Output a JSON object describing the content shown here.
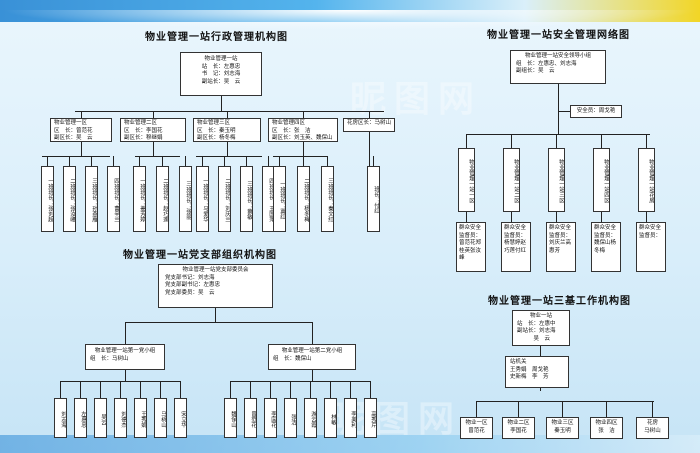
{
  "left_title": "物业管理一站行政管理机构图",
  "safety_title": "物业管理一站安全管理网络图",
  "party_title": "物业管理一站党支部组织机构图",
  "sanji_title": "物业管理一站三基工作机构图",
  "watermark": "昵图网",
  "admin": {
    "head": [
      "物业管理一站",
      "站　长：左惠忠",
      "书　记：刘志海",
      "副站长：吴　云"
    ],
    "districts": [
      {
        "lines": [
          "物业管理一区",
          "区　长：曾范花",
          "副区长：吴　云"
        ]
      },
      {
        "lines": [
          "物业管理二区",
          "区　长：李国花",
          "副区长：穆继娟"
        ]
      },
      {
        "lines": [
          "物业管理三区",
          "区　长：秦玉明",
          "副区长：杨冬梅"
        ]
      },
      {
        "lines": [
          "物业管理四区",
          "区　长：张　洁",
          "副区长：刘玉英、魏保山"
        ]
      },
      {
        "lines": [
          "花房区长：马树山"
        ]
      }
    ],
    "teams": [
      "一班班长：张刘超",
      "二班班长：张汝峰",
      "三班班长：孙燕雁",
      "四班班长：曹辛兰",
      "一班班长：姜芳婷",
      "二班班长：赵巧莲",
      "三班班长：张丽",
      "一班班长：马爱华",
      "二班班长：刘庆兰",
      "三班班长：蔡敏",
      "四班班长：王国萍",
      "一班班长：冀红",
      "二班班长：杨冬梅",
      "三班班长：秦文红",
      "班长：付红"
    ]
  },
  "safety": {
    "group": [
      "物业管理一站安全领导小组",
      "组　长：左惠忠、刘志海",
      "副组长：吴　云"
    ],
    "officer": "安全员：周戈艳",
    "districts": [
      "物业管理一站一区",
      "物业管理一站二区",
      "物业管理一站三区",
      "物业管理一站四区",
      "物业管理一站花房"
    ],
    "members": [
      "群众安全监督员：曾范花郑桂英张汝峰",
      "群众安全监督员：杨慧婷赵巧莲付红",
      "群众安全监督员：刘庆兰高惠芳",
      "群众安全监督员：魏保山杨冬梅",
      "群众安全监督员："
    ]
  },
  "party": {
    "committee": [
      "物业管理一站党支部委员会",
      "党支部书记：刘志海",
      "党支部副书记：左惠忠",
      "党支部委员：吴　云"
    ],
    "groups": [
      {
        "lines": [
          "物业管理一站第一党小组",
          "组　长：马树山"
        ]
      },
      {
        "lines": [
          "物业管理一站第二党小组",
          "组　长：魏保山"
        ]
      }
    ],
    "members1": [
      "刘志海",
      "左惠忠",
      "吴云",
      "刘德杰",
      "王秀娟",
      "马树山",
      "宋立华"
    ],
    "members2": [
      "魏保山",
      "曾范花",
      "李国花",
      "张洁",
      "游云霞",
      "林敏",
      "李美利",
      "高秀芹"
    ]
  },
  "sanji": {
    "head": [
      "物业一站",
      "站　长：左惠中",
      "副站长：刘志海",
      "　　　吴　云"
    ],
    "staff": [
      "站机关",
      "王秀娟　周戈艳",
      "史新梅　李　芳"
    ],
    "districts": [
      [
        "物业一区",
        "曾范花"
      ],
      [
        "物业二区",
        "李国花"
      ],
      [
        "物业三区",
        "秦玉明"
      ],
      [
        "物业四区",
        "张　洁"
      ],
      [
        "花房",
        "马树山"
      ]
    ]
  }
}
